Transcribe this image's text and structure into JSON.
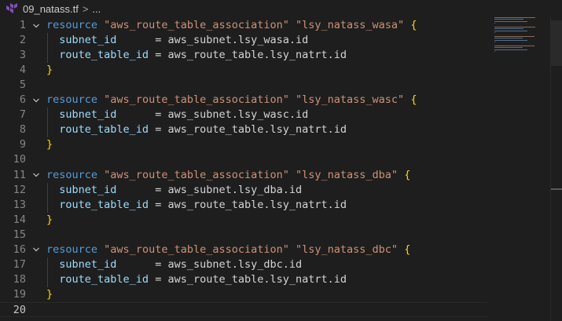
{
  "breadcrumb": {
    "file_name": "09_natass.tf",
    "separator": ">",
    "more": "..."
  },
  "icons": {
    "file_icon": "terraform-icon",
    "fold_icon": "chevron-down-icon"
  },
  "colors": {
    "background": "#1e1e1e",
    "keyword": "#569cd6",
    "string": "#ce9178",
    "attribute": "#9cdcfe",
    "brace": "#ffd700",
    "line_number": "#858585",
    "terraform_purple": "#844fba"
  },
  "editor": {
    "current_line": 20,
    "lines": [
      {
        "n": "1",
        "fold": true,
        "tokens": [
          {
            "c": "kw",
            "t": "resource"
          },
          {
            "c": "op",
            "t": " "
          },
          {
            "c": "str",
            "t": "\"aws_route_table_association\""
          },
          {
            "c": "op",
            "t": " "
          },
          {
            "c": "str",
            "t": "\"lsy_natass_wasa\""
          },
          {
            "c": "op",
            "t": " "
          },
          {
            "c": "brace",
            "t": "{"
          }
        ]
      },
      {
        "n": "2",
        "tokens": [
          {
            "c": "op",
            "t": "  "
          },
          {
            "c": "attr",
            "t": "subnet_id"
          },
          {
            "c": "op",
            "t": "      = "
          },
          {
            "c": "ref",
            "t": "aws_subnet.lsy_wasa.id"
          }
        ]
      },
      {
        "n": "3",
        "tokens": [
          {
            "c": "op",
            "t": "  "
          },
          {
            "c": "attr",
            "t": "route_table_id"
          },
          {
            "c": "op",
            "t": " = "
          },
          {
            "c": "ref",
            "t": "aws_route_table.lsy_natrt.id"
          }
        ]
      },
      {
        "n": "4",
        "tokens": [
          {
            "c": "brace",
            "t": "}"
          }
        ]
      },
      {
        "n": "5",
        "tokens": []
      },
      {
        "n": "6",
        "fold": true,
        "tokens": [
          {
            "c": "kw",
            "t": "resource"
          },
          {
            "c": "op",
            "t": " "
          },
          {
            "c": "str",
            "t": "\"aws_route_table_association\""
          },
          {
            "c": "op",
            "t": " "
          },
          {
            "c": "str",
            "t": "\"lsy_natass_wasc\""
          },
          {
            "c": "op",
            "t": " "
          },
          {
            "c": "brace",
            "t": "{"
          }
        ]
      },
      {
        "n": "7",
        "tokens": [
          {
            "c": "op",
            "t": "  "
          },
          {
            "c": "attr",
            "t": "subnet_id"
          },
          {
            "c": "op",
            "t": "      = "
          },
          {
            "c": "ref",
            "t": "aws_subnet.lsy_wasc.id"
          }
        ]
      },
      {
        "n": "8",
        "tokens": [
          {
            "c": "op",
            "t": "  "
          },
          {
            "c": "attr",
            "t": "route_table_id"
          },
          {
            "c": "op",
            "t": " = "
          },
          {
            "c": "ref",
            "t": "aws_route_table.lsy_natrt.id"
          }
        ]
      },
      {
        "n": "9",
        "tokens": [
          {
            "c": "brace",
            "t": "}"
          }
        ]
      },
      {
        "n": "10",
        "tokens": []
      },
      {
        "n": "11",
        "fold": true,
        "tokens": [
          {
            "c": "kw",
            "t": "resource"
          },
          {
            "c": "op",
            "t": " "
          },
          {
            "c": "str",
            "t": "\"aws_route_table_association\""
          },
          {
            "c": "op",
            "t": " "
          },
          {
            "c": "str",
            "t": "\"lsy_natass_dba\""
          },
          {
            "c": "op",
            "t": " "
          },
          {
            "c": "brace",
            "t": "{"
          }
        ]
      },
      {
        "n": "12",
        "tokens": [
          {
            "c": "op",
            "t": "  "
          },
          {
            "c": "attr",
            "t": "subnet_id"
          },
          {
            "c": "op",
            "t": "      = "
          },
          {
            "c": "ref",
            "t": "aws_subnet.lsy_dba.id"
          }
        ]
      },
      {
        "n": "13",
        "tokens": [
          {
            "c": "op",
            "t": "  "
          },
          {
            "c": "attr",
            "t": "route_table_id"
          },
          {
            "c": "op",
            "t": " = "
          },
          {
            "c": "ref",
            "t": "aws_route_table.lsy_natrt.id"
          }
        ]
      },
      {
        "n": "14",
        "tokens": [
          {
            "c": "brace",
            "t": "}"
          }
        ]
      },
      {
        "n": "15",
        "tokens": []
      },
      {
        "n": "16",
        "fold": true,
        "tokens": [
          {
            "c": "kw",
            "t": "resource"
          },
          {
            "c": "op",
            "t": " "
          },
          {
            "c": "str",
            "t": "\"aws_route_table_association\""
          },
          {
            "c": "op",
            "t": " "
          },
          {
            "c": "str",
            "t": "\"lsy_natass_dbc\""
          },
          {
            "c": "op",
            "t": " "
          },
          {
            "c": "brace",
            "t": "{"
          }
        ]
      },
      {
        "n": "17",
        "tokens": [
          {
            "c": "op",
            "t": "  "
          },
          {
            "c": "attr",
            "t": "subnet_id"
          },
          {
            "c": "op",
            "t": "      = "
          },
          {
            "c": "ref",
            "t": "aws_subnet.lsy_dbc.id"
          }
        ]
      },
      {
        "n": "18",
        "tokens": [
          {
            "c": "op",
            "t": "  "
          },
          {
            "c": "attr",
            "t": "route_table_id"
          },
          {
            "c": "op",
            "t": " = "
          },
          {
            "c": "ref",
            "t": "aws_route_table.lsy_natrt.id"
          }
        ]
      },
      {
        "n": "19",
        "tokens": [
          {
            "c": "brace",
            "t": "}"
          }
        ]
      },
      {
        "n": "20",
        "tokens": []
      }
    ]
  }
}
